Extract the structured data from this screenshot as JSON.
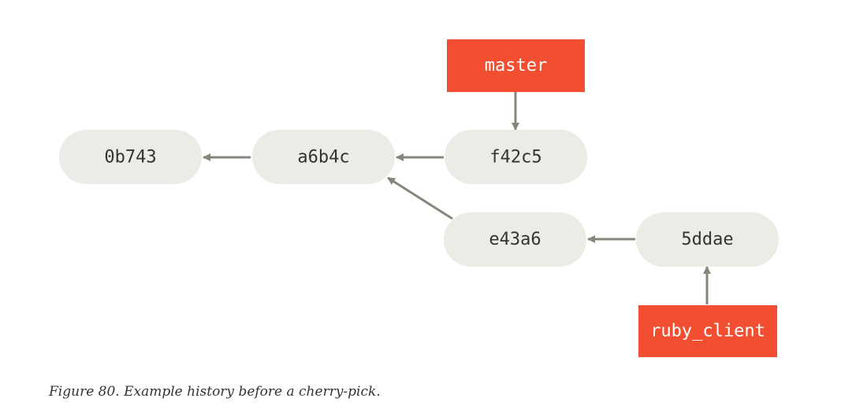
{
  "colors": {
    "commit_fill": "#ecebe6",
    "branch_fill": "#f14e32",
    "arrow": "#8a857c"
  },
  "commits": {
    "c0b743": "0b743",
    "ca6b4c": "a6b4c",
    "cf42c5": "f42c5",
    "ce43a6": "e43a6",
    "c5ddae": "5ddae"
  },
  "branches": {
    "master": "master",
    "ruby_client": "ruby_client"
  },
  "caption": "Figure 80. Example history before a cherry-pick."
}
